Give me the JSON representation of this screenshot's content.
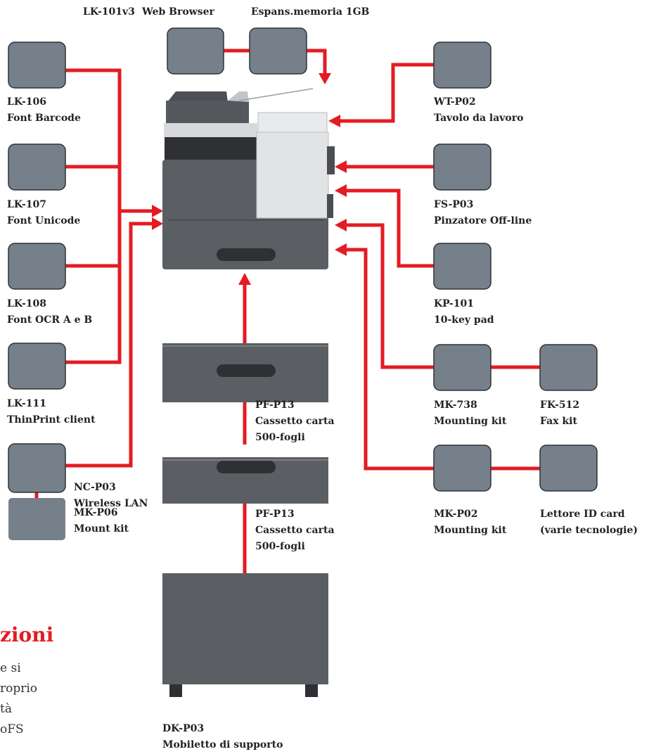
{
  "colors": {
    "connector": "#e31c23",
    "module": "#76808a",
    "module_border": "#2d3338",
    "machine": "#5b5e63",
    "heading": "#e31c23"
  },
  "top_labels": {
    "lk101": "LK-101v3",
    "web": "Web Browser",
    "memoria": "Espans.memoria 1GB"
  },
  "left_items": [
    {
      "code": "LK-106",
      "name": "Font Barcode"
    },
    {
      "code": "LK-107",
      "name": "Font Unicode"
    },
    {
      "code": "LK-108",
      "name": "Font OCR A e B"
    },
    {
      "code": "LK-111",
      "name": "ThinPrint client"
    }
  ],
  "nc": {
    "code": "NC-P03",
    "name": "Wireless LAN"
  },
  "mk06": {
    "code": "MK-P06",
    "name": "Mount kit"
  },
  "right_items": [
    {
      "code": "WT-P02",
      "name": "Tavolo da lavoro"
    },
    {
      "code": "FS-P03",
      "name": "Pinzatore Off-line"
    },
    {
      "code": "KP-101",
      "name": "10-key pad"
    }
  ],
  "mk738": {
    "code": "MK-738",
    "name": "Mounting kit"
  },
  "fk512": {
    "code": "FK-512",
    "name": "Fax kit"
  },
  "mk02": {
    "code": "MK-P02",
    "name": "Mounting kit"
  },
  "idcard": {
    "code": "Lettore ID card",
    "name": "(varie tecnologie)"
  },
  "tray1": {
    "code": "PF-P13",
    "line2": "Cassetto carta",
    "line3": "500-fogli"
  },
  "tray2": {
    "code": "PF-P13",
    "line2": "Cassetto carta",
    "line3": "500-fogli"
  },
  "dk": {
    "code": "DK-P03",
    "name": "Mobiletto di supporto"
  },
  "text_block": {
    "heading": "zioni",
    "lines": [
      "e si",
      "roprio",
      "tà",
      "oFS"
    ]
  }
}
